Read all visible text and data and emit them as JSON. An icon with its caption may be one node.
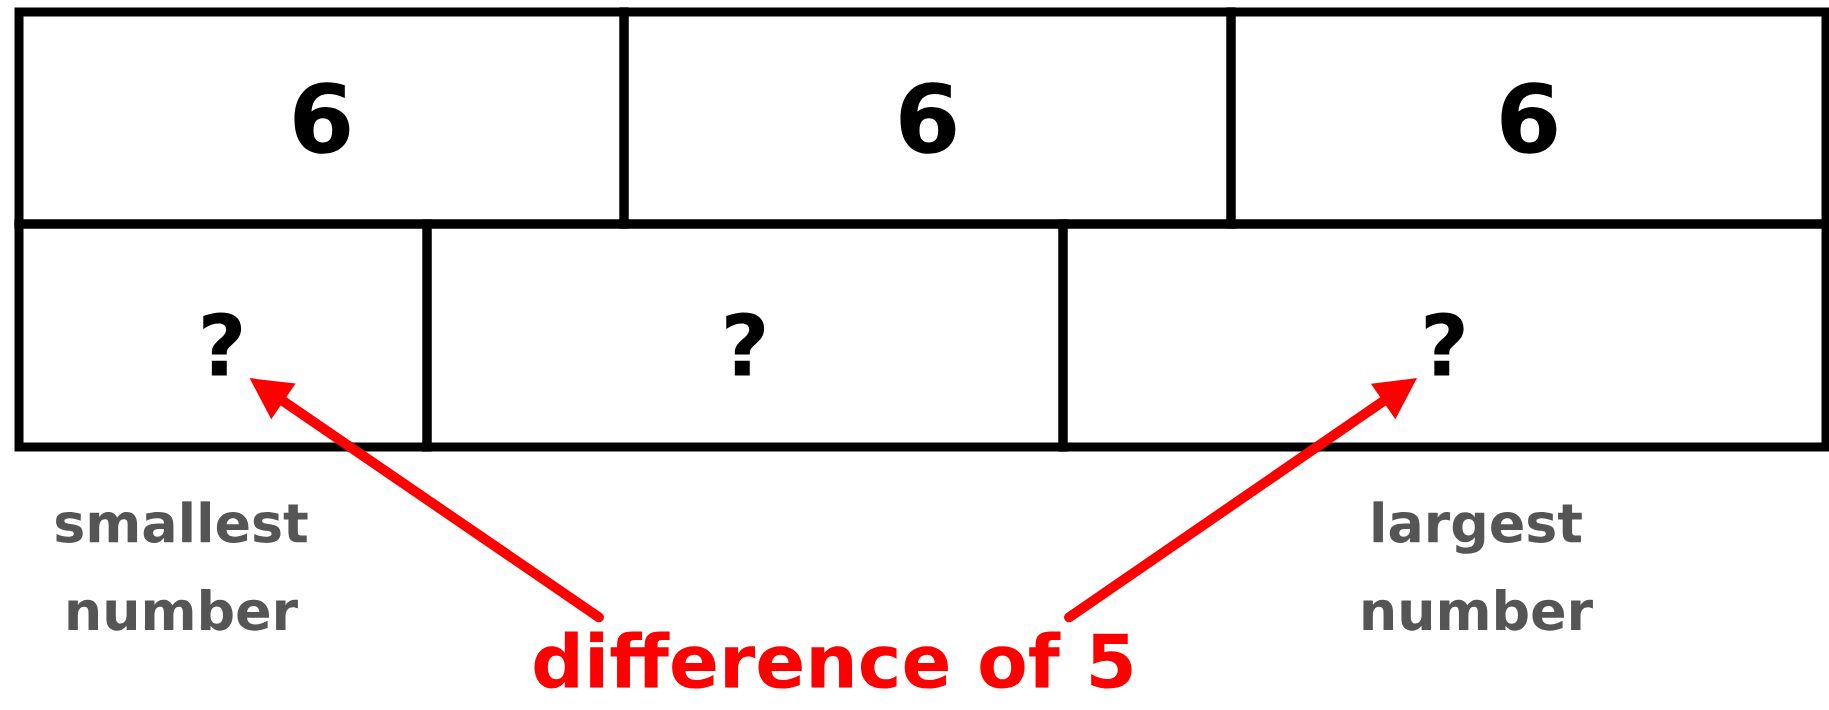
{
  "diagram": {
    "nodes": [
      {
        "text": [
          "6"
        ]
      },
      {
        "text": [
          "6"
        ]
      },
      {
        "text": [
          "6"
        ]
      },
      {
        "text": [],
        "shape": "box"
      },
      {
        "text": [],
        "shape": "box"
      },
      {
        "text": [],
        "shape": "box"
      },
      {
        "text": [
          "?"
        ],
        "in": 3
      },
      {
        "text": [
          "?"
        ],
        "in": 4
      },
      {
        "text": [
          "?"
        ],
        "in": 5
      },
      {
        "text": [
          "difference of 5"
        ]
      }
    ],
    "edges": [
      {
        "from": 9,
        "to": 6,
        "arrow": "to"
      },
      {
        "from": 9,
        "to": 8,
        "arrow": "to"
      }
    ],
    "labels": [
      "smallest number",
      "largest number"
    ]
  }
}
